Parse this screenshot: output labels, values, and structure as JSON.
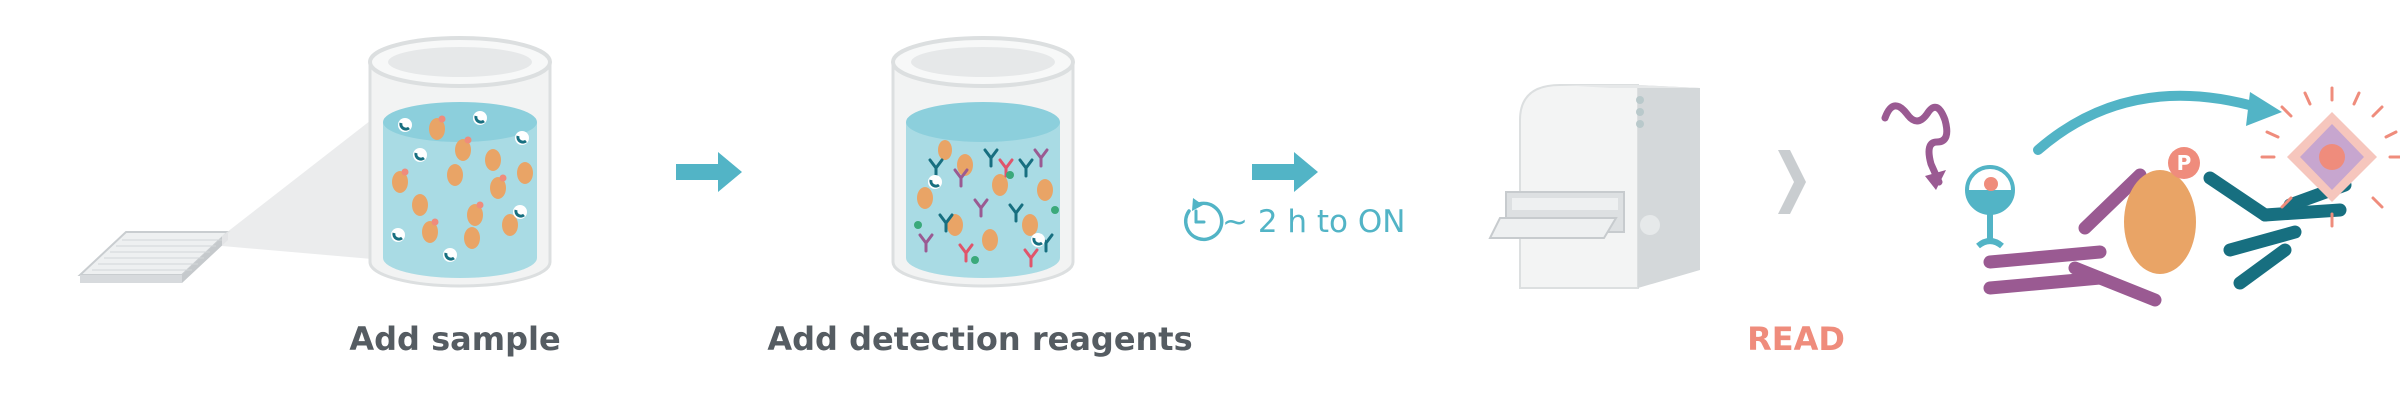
{
  "steps": [
    {
      "label": "Add sample"
    },
    {
      "label": "Add detection reagents"
    },
    {
      "label": "READ"
    }
  ],
  "timer": {
    "text": "~ 2 h to ON",
    "icon": "timer-icon"
  },
  "colors": {
    "label_dark": "#555c62",
    "read_accent": "#ef8c7c",
    "teal": "#52b4c6",
    "liquid": "#a9dbe4",
    "liquid_top": "#8ccfdc",
    "cell_orange": "#e9a466",
    "purple": "#9a5a92",
    "dark_teal": "#176f80",
    "salmon": "#ef8c7c"
  }
}
